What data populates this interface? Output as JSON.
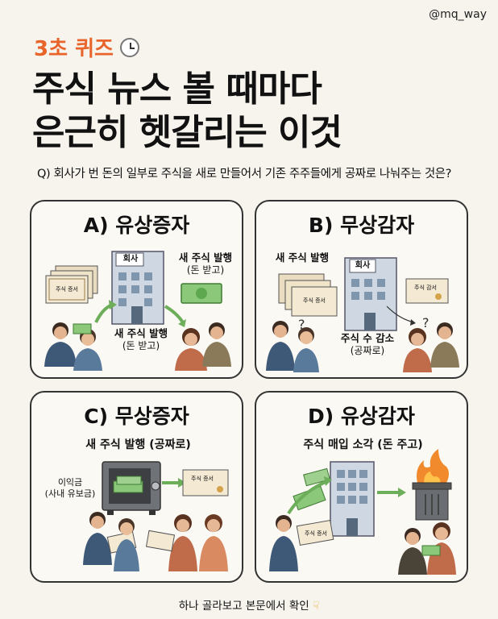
{
  "handle": "@mq_way",
  "quiz_tag": "3초 퀴즈",
  "headline": {
    "line1": "주식 뉴스 볼 때마다",
    "line2": "은근히 헷갈리는 이것"
  },
  "question": "Q) 회사가 번 돈의 일부로 주식을 새로 만들어서 기존 주주들에게 공짜로 나눠주는 것은?",
  "options": {
    "a": {
      "title": "A) 유상증자",
      "company": "회사",
      "cert": "주식 증서",
      "issue_top": "새 주식 발행",
      "issue_top_sub": "(돈 받고)",
      "issue_mid": "새 주식 발행",
      "issue_mid_sub": "(돈 받고)"
    },
    "b": {
      "title": "B) 무상감자",
      "company": "회사",
      "cert": "주식 증서",
      "cert_small": "주식 감서",
      "issue": "새 주식 발행",
      "reduce": "주식 수 감소",
      "reduce_sub": "(공짜로)"
    },
    "c": {
      "title": "C) 무상증자",
      "subtitle": "새 주식 발행 (공짜로)",
      "retained": "이익금",
      "retained_sub": "(사내 유보금)",
      "cert": "주식 증서"
    },
    "d": {
      "title": "D) 유상감자",
      "subtitle": "주식 매입 소각 (돈 주고)",
      "cert": "주식 증서"
    }
  },
  "footer": "하나 골라보고 본문에서 확인",
  "colors": {
    "accent": "#e8642a",
    "card_border": "#333333",
    "background": "#f7f4ee",
    "money": "#5ea84f",
    "arrow": "#6cae5a"
  }
}
